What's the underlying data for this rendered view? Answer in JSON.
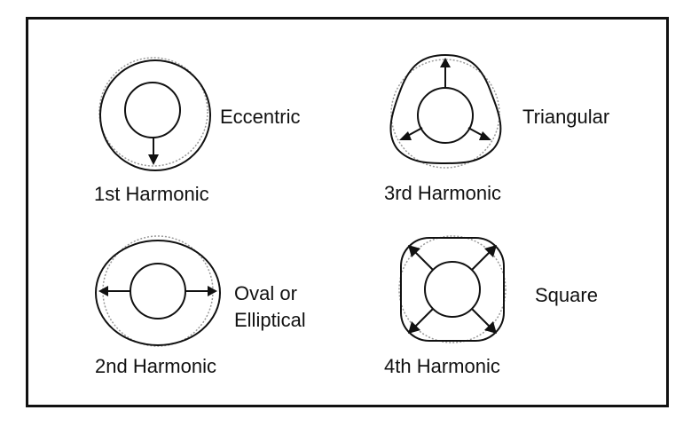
{
  "diagrams": [
    {
      "id": "h1",
      "harmonic": "1st Harmonic",
      "shape": "Eccentric"
    },
    {
      "id": "h3",
      "harmonic": "3rd Harmonic",
      "shape": "Triangular"
    },
    {
      "id": "h2",
      "harmonic": "2nd Harmonic",
      "shape_line1": "Oval or",
      "shape_line2": "Elliptical"
    },
    {
      "id": "h4",
      "harmonic": "4th Harmonic",
      "shape": "Square"
    }
  ]
}
